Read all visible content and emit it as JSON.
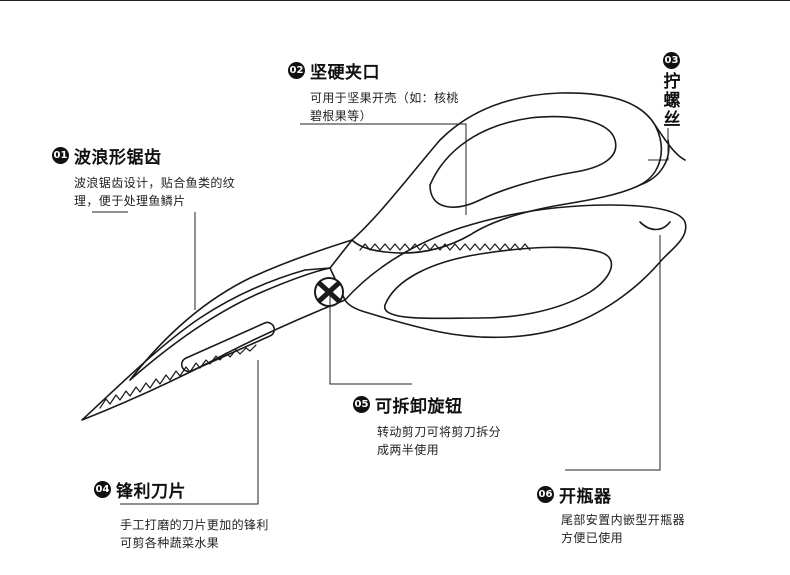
{
  "features": [
    {
      "num": "01",
      "title": "波浪形锯齿",
      "desc": "波浪锯齿设计，贴合鱼类的纹\n理，便于处理鱼鳞片"
    },
    {
      "num": "02",
      "title": "坚硬夹口",
      "desc": "可用于坚果开壳（如：核桃\n碧根果等）"
    },
    {
      "num": "03",
      "title_chars": [
        "拧",
        "螺",
        "丝"
      ]
    },
    {
      "num": "04",
      "title": "锋利刀片",
      "desc": "手工打磨的刀片更加的锋利\n可剪各种蔬菜水果"
    },
    {
      "num": "05",
      "title": "可拆卸旋钮",
      "desc": "转动剪刀可将剪刀拆分\n成两半使用"
    },
    {
      "num": "06",
      "title": "开瓶器",
      "desc": "尾部安置内嵌型开瓶器\n方便已使用"
    }
  ],
  "colors": {
    "line": "#222222",
    "stroke": "#1a1a1a",
    "badge": "#111111"
  }
}
